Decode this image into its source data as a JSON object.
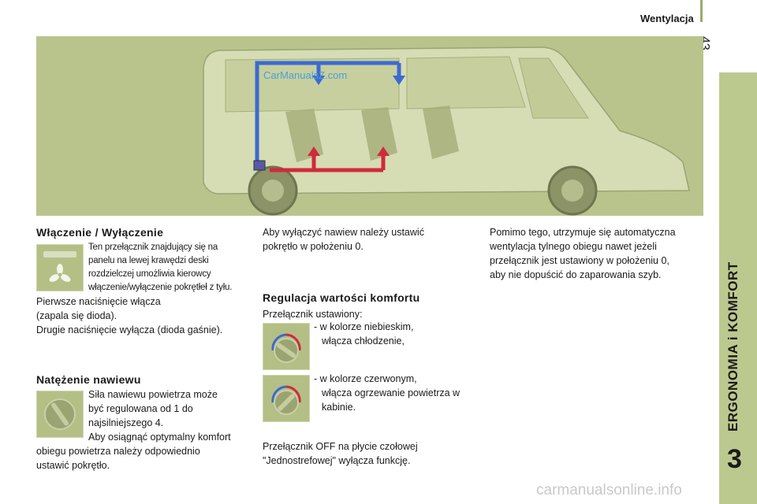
{
  "header": {
    "section_title": "Wentylacja",
    "page_number": "43"
  },
  "side_tab": {
    "label": "ERGONOMIA i KOMFORT",
    "chapter_number": "3"
  },
  "illustration": {
    "watermark": "CarManualsZ.com"
  },
  "col1": {
    "heading_on_off": "Włączenie / Wyłączenie",
    "on_off_indent": [
      "Ten przełącznik znajdujący się na",
      "panelu na lewej krawędzi deski",
      "rozdzielczej umożliwia kierowcy",
      "włączenie/wyłączenie pokrętłeł z tyłu."
    ],
    "on_off_body": [
      "Pierwsze naciśnięcie włącza",
      "(zapala się dioda).",
      "Drugie naciśnięcie wyłącza (dioda gaśnie)."
    ],
    "heading_flow": "Natężenie nawiewu",
    "flow_indent": [
      "Siła nawiewu powietrza może",
      "być regulowana od 1 do",
      "najsilniejszego 4.",
      "Aby osiągnąć optymalny komfort"
    ],
    "flow_body": [
      "obiegu powietrza należy odpowiednio",
      "ustawić pokrętło."
    ]
  },
  "col2": {
    "off_text": [
      "Aby wyłączyć nawiew należy ustawić",
      "pokrętło w położeniu 0."
    ],
    "heading_comfort": "Regulacja wartości komfortu",
    "switch_set": "Przełącznik ustawiony:",
    "blue_item": [
      "- w kolorze niebieskim,",
      "włącza chłodzenie,"
    ],
    "red_item": [
      "- w kolorze czerwonym,",
      "włącza ogrzewanie powietrza w",
      "kabinie."
    ],
    "off_switch": [
      "Przełącznik OFF na płycie czołowej",
      "\"Jednostrefowej\" wyłącza funkcję."
    ]
  },
  "col3": {
    "text": [
      "Pomimo tego, utrzymuje się automatyczna",
      "wentylacja tylnego obiegu nawet jeżeli",
      "przełącznik jest ustawiony w położeniu 0,",
      "aby nie dopuścić do zaparowania szyb."
    ]
  },
  "footer": {
    "watermark": "carmanualsonline.info"
  }
}
